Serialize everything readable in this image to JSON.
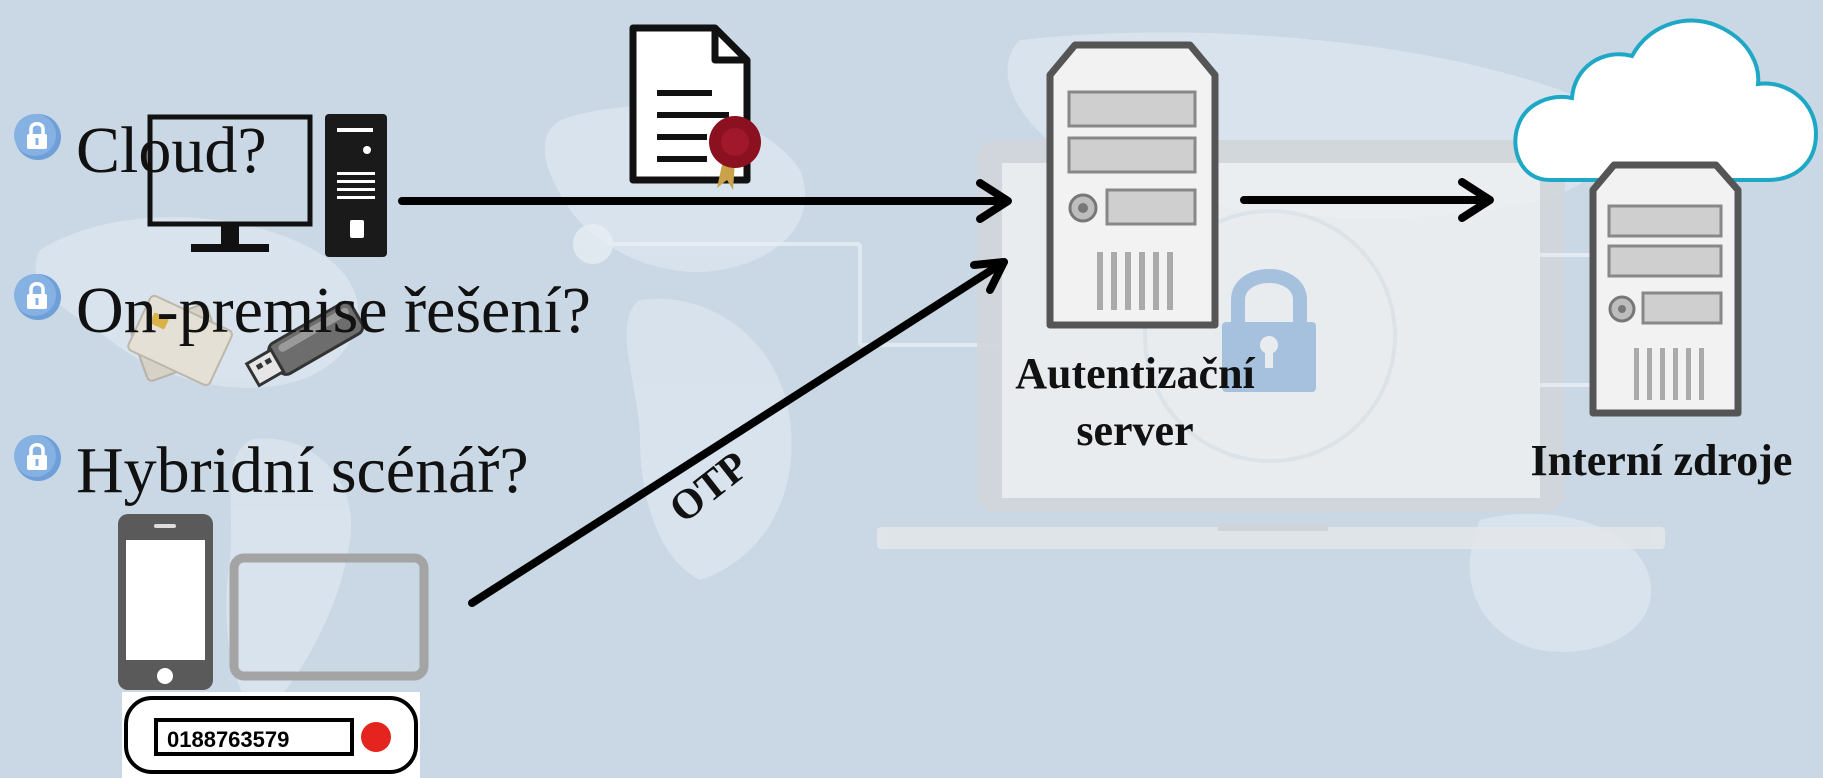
{
  "questions": [
    {
      "label": "Cloud?"
    },
    {
      "label": "On-premise řešení?"
    },
    {
      "label": "Hybridní scénář?"
    }
  ],
  "auth_server": {
    "line1": "Autentizační",
    "line2": "server"
  },
  "internal": {
    "label": "Interní zdroje"
  },
  "otp": {
    "label": "OTP"
  },
  "token": {
    "number": "0188763579"
  },
  "colors": {
    "background": "#c8d7e3",
    "badge": "#6f9fd8",
    "cloud_stroke": "#1ea8c6",
    "seal": "#8b1020",
    "token_dot": "#e52420"
  },
  "icons": [
    "lock-icon",
    "monitor-icon",
    "pc-tower-icon",
    "certificate-icon",
    "smart-card-icon",
    "usb-key-icon",
    "phone-icon",
    "tablet-icon",
    "token-icon",
    "server-icon",
    "cloud-icon",
    "laptop-icon",
    "world-map-icon",
    "arrow-icon"
  ]
}
